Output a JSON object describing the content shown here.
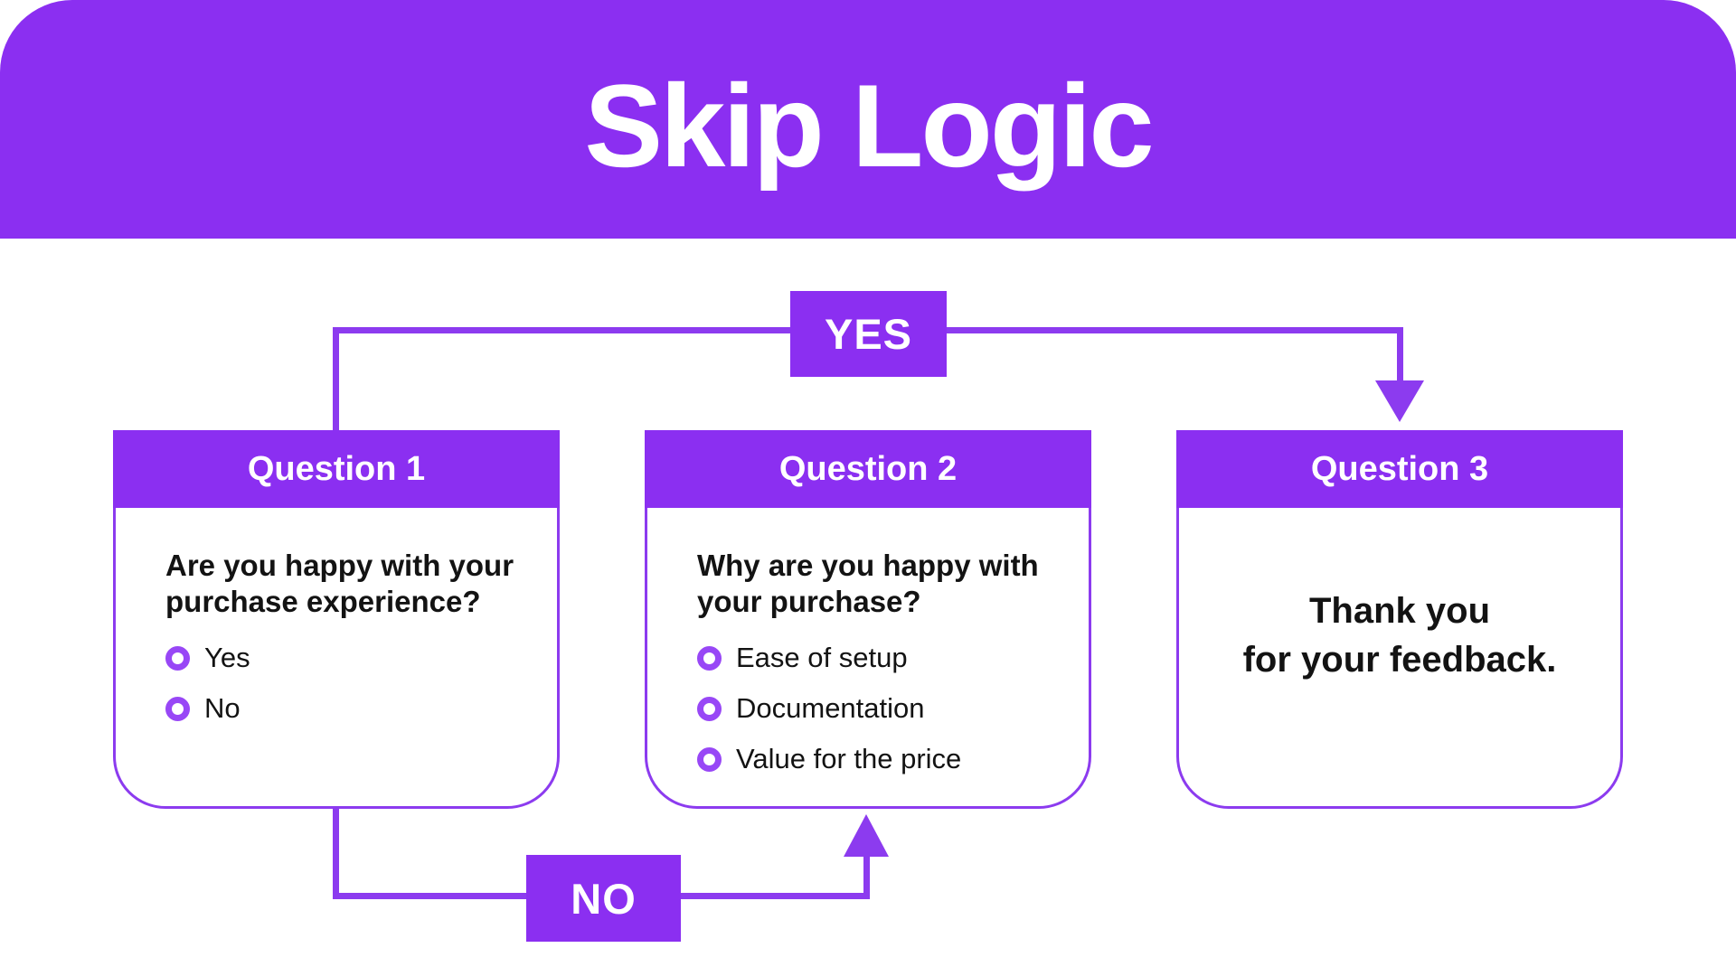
{
  "title": "Skip Logic",
  "paths": {
    "yes_label": "YES",
    "no_label": "NO"
  },
  "cards": [
    {
      "header": "Question 1",
      "question": "Are you happy with your purchase experience?",
      "options": [
        "Yes",
        "No"
      ]
    },
    {
      "header": "Question 2",
      "question": "Why are you happy with your purchase?",
      "options": [
        "Ease of setup",
        "Documentation",
        "Value for the price"
      ]
    },
    {
      "header": "Question 3",
      "message": [
        "Thank you",
        "for your feedback."
      ]
    }
  ],
  "colors": {
    "purple-fill": "#8B2FF1",
    "purple-line": "#8C3BEF",
    "radio-ring": "#9847F6",
    "text": "#131313",
    "background": "#FFFFFF",
    "title-text": "#FFFFFF"
  }
}
